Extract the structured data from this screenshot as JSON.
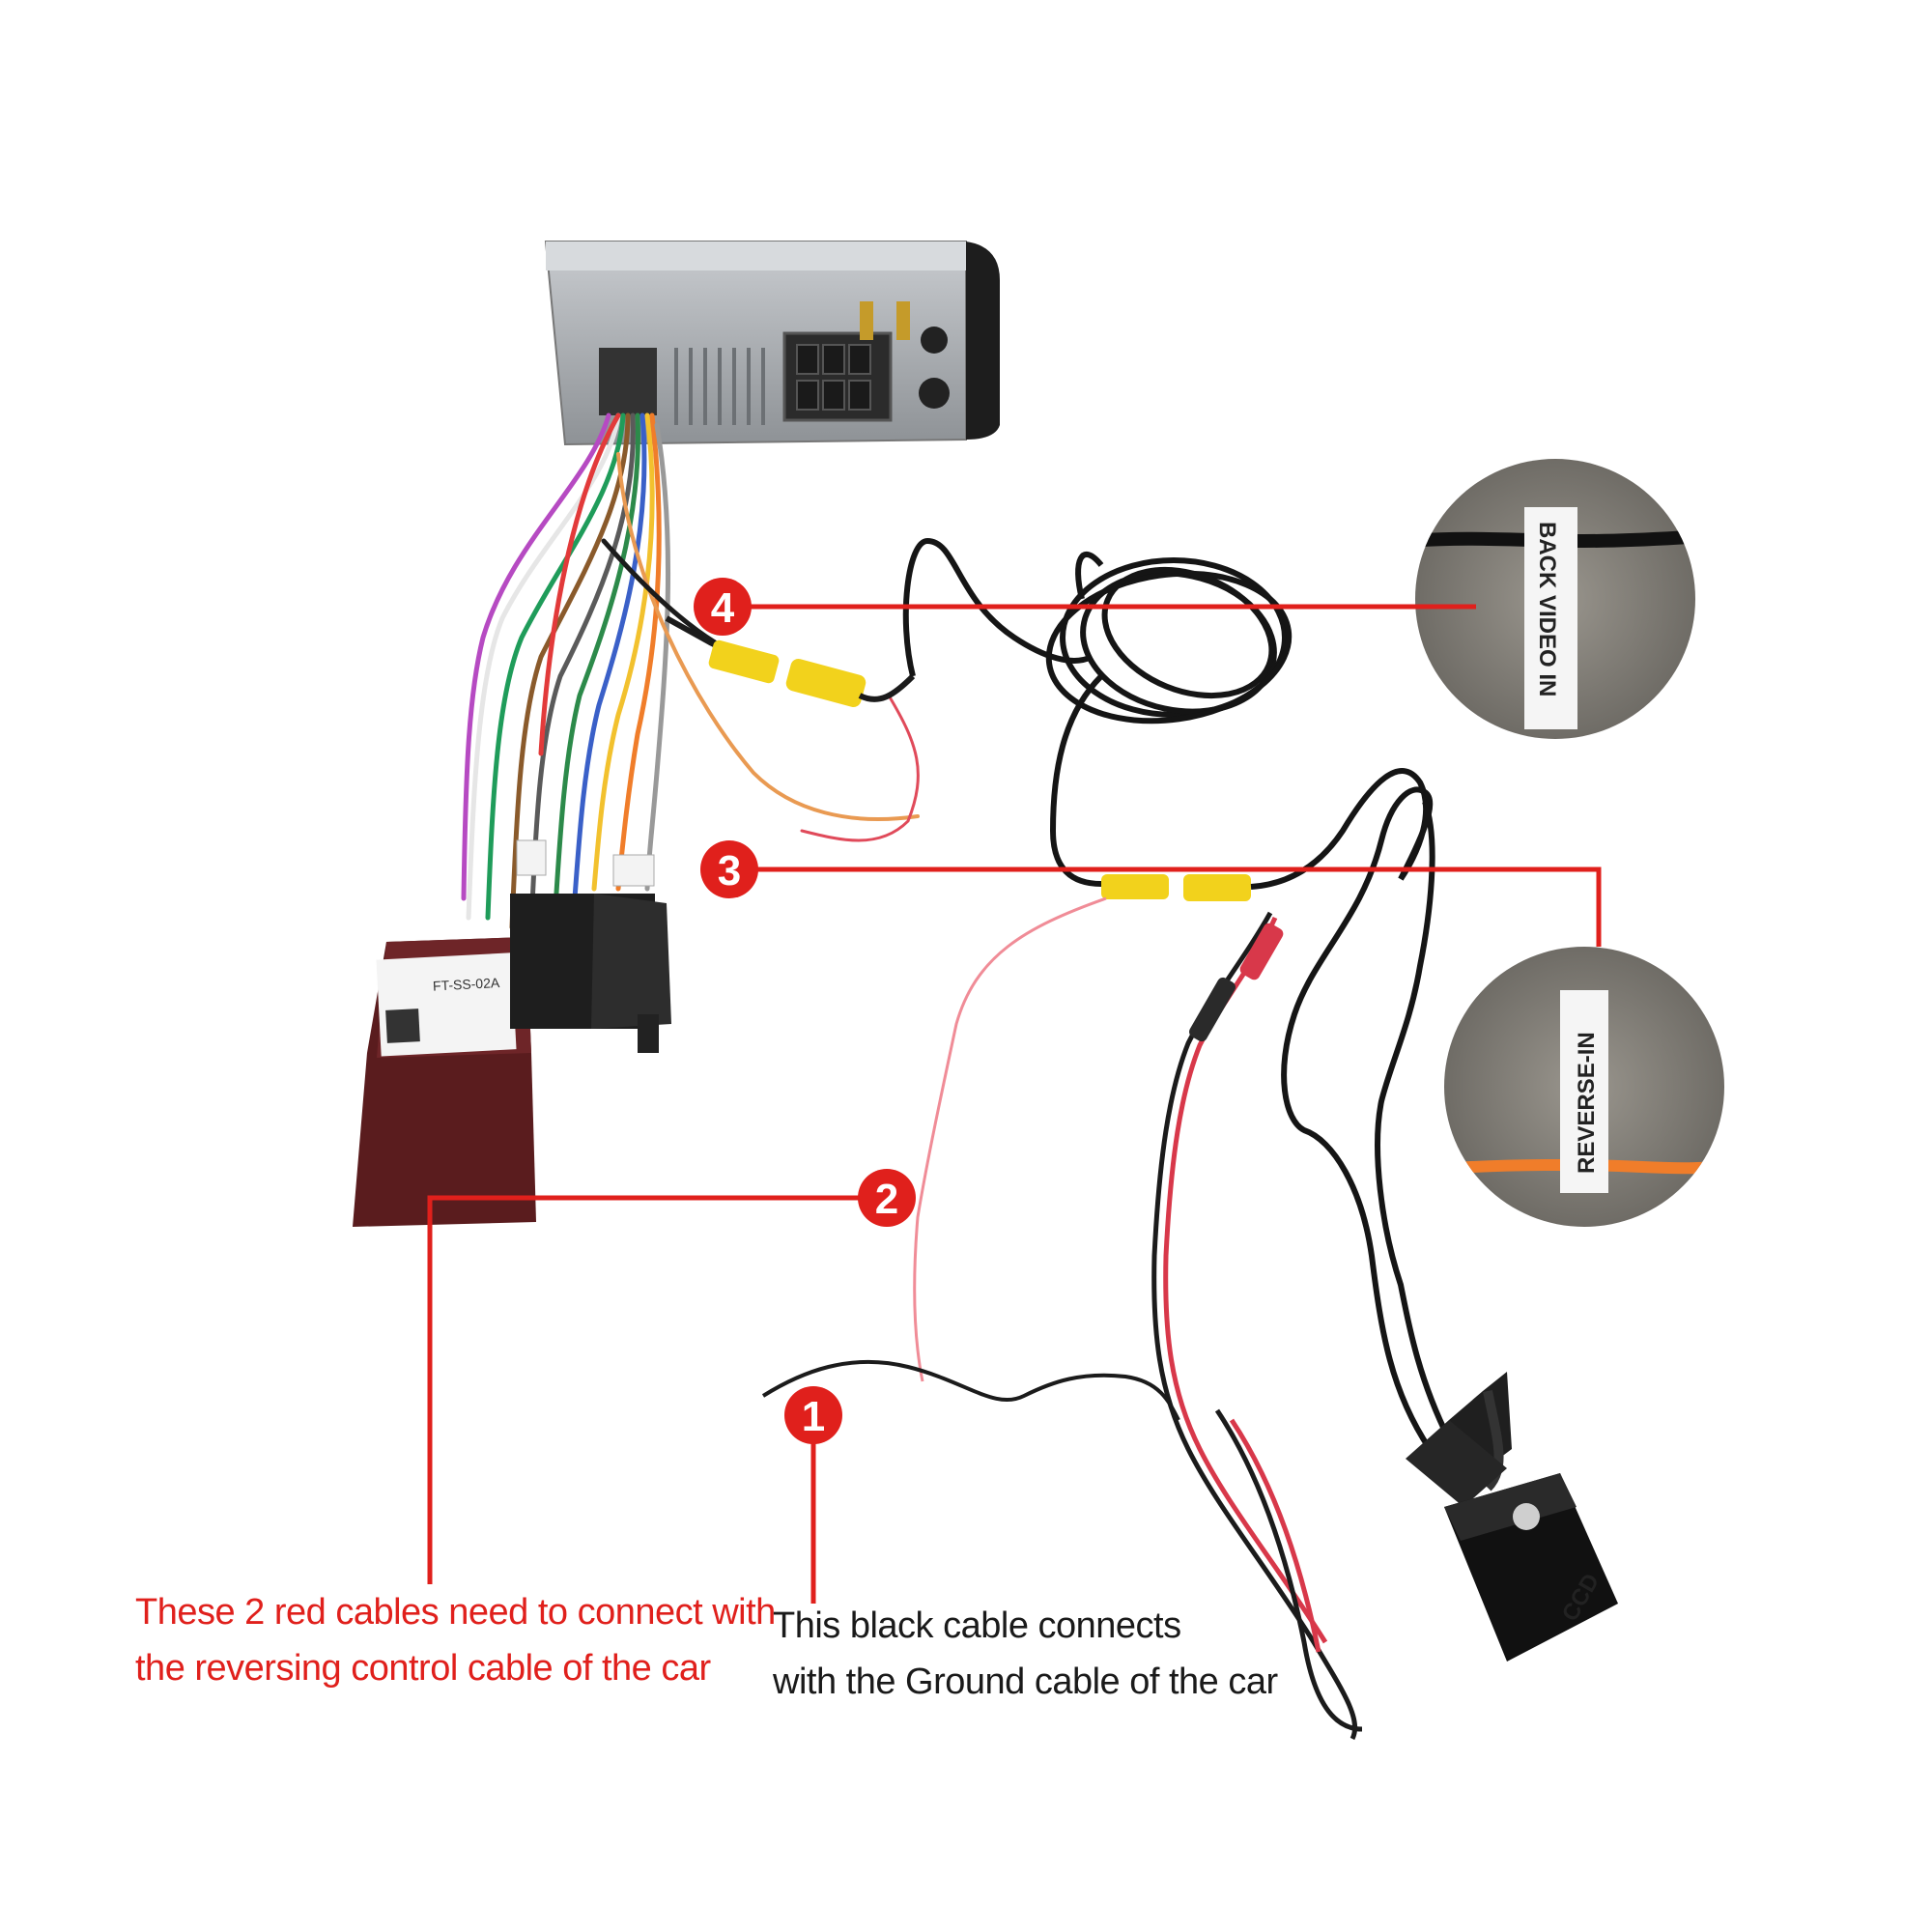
{
  "callouts": [
    {
      "number": "1"
    },
    {
      "number": "2"
    },
    {
      "number": "3"
    },
    {
      "number": "4"
    }
  ],
  "tags": {
    "back_video_in": "BACK VIDEO  IN",
    "reverse_in": "REVERSE-IN"
  },
  "device_labels": {
    "control_box_model": "FT-SS-02A",
    "camera_brand": "CCD"
  },
  "captions": {
    "red_line1": "These 2 red cables need to connect with",
    "red_line2": "the reversing control cable of the car",
    "black_line1": "This black cable connects",
    "black_line2": "with the Ground cable of the car"
  },
  "colors": {
    "callout_red": "#e0201c",
    "rca_yellow": "#f2d21c",
    "wire_black": "#1b1b1b",
    "wire_red": "#d8384a",
    "box_maroon": "#5a1c1e",
    "head_unit_gray": "#a9adb1"
  }
}
